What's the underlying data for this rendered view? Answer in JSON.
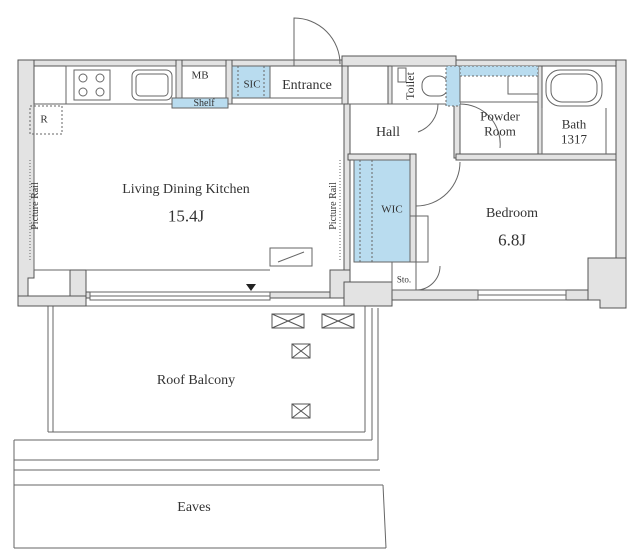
{
  "rooms": {
    "ldk_name": "Living Dining Kitchen",
    "ldk_size": "15.4J",
    "bedroom_name": "Bedroom",
    "bedroom_size": "6.8J",
    "entrance": "Entrance",
    "hall": "Hall",
    "toilet": "Toilet",
    "powder_line1": "Powder",
    "powder_line2": "Room",
    "bath_line1": "Bath",
    "bath_line2": "1317",
    "roof_balcony": "Roof Balcony",
    "eaves": "Eaves"
  },
  "fixtures": {
    "mb": "MB",
    "sic": "SIC",
    "shelf": "Shelf",
    "fridge": "R",
    "wic": "WIC",
    "storage": "Sto.",
    "picture_rail_left": "Picture Rail",
    "picture_rail_right": "Picture Rail"
  },
  "colors": {
    "wall": "#e3e3e3",
    "wall_edge": "#555555",
    "closet_fill": "#b9dcef",
    "line": "#666666"
  }
}
